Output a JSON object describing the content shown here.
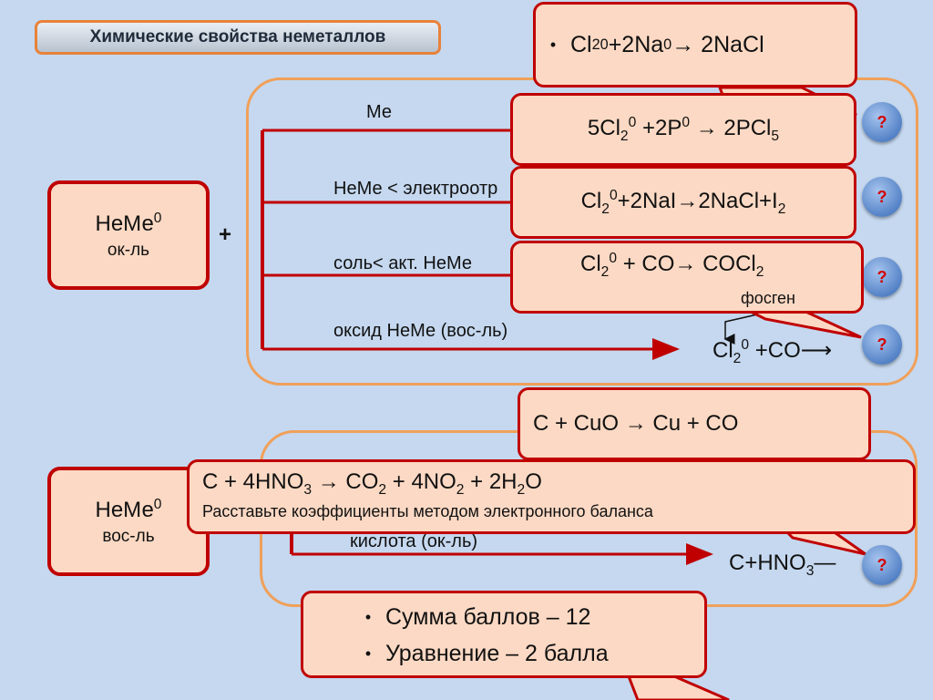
{
  "slide": {
    "title": "Химические свойства неметаллов",
    "top_section": {
      "reactant": {
        "main": "НеМе",
        "sup": "0",
        "role": "ок-ль"
      },
      "plus": "+",
      "branches": [
        {
          "label": "Ме"
        },
        {
          "label": "НеМе < электроотр"
        },
        {
          "label": "соль< акт. НеМе"
        },
        {
          "label": "оксид НеМе (вос-ль)"
        }
      ],
      "partial_equation": {
        "a": "Cl",
        "sub": "2",
        "sup": "0",
        "rest": " +CO",
        "arrow": "⟶"
      }
    },
    "bottom_section": {
      "reactant": {
        "main": "НеМе",
        "sup": "0",
        "role": "вос-ль"
      },
      "branch_label": "кислота (ок-ль)",
      "partial_equation": {
        "a": "C+HNO",
        "sub": "3",
        "tail": "—"
      }
    },
    "cards": {
      "na": {
        "a": "Cl",
        "sub": "2",
        "sup": "0",
        "b": " +2Na",
        "sup2": "0",
        "c": "→ 2NaCl"
      },
      "p": {
        "a": "5Cl",
        "sub": "2",
        "sup": "0",
        "b": " +2P",
        "sup2": "0",
        "c": " → 2PCl",
        "sub2": "5"
      },
      "nai": {
        "a": "Cl",
        "sub": "2",
        "sup": "0",
        "b": "+2NaI→2NaCl+I",
        "sub2": "2"
      },
      "co": {
        "a": "Cl",
        "sub": "2",
        "sup": "0",
        "b": " + CO→ COCl",
        "sub2": "2",
        "note": "фосген"
      },
      "cuo": {
        "text": "C + CuO → Cu + CO"
      },
      "hno3": {
        "a": "C + 4HNO",
        "sub1": "3",
        "b": " → CO",
        "sub2": "2",
        "c": " + 4NO",
        "sub3": "2",
        "d": " + 2H",
        "sub4": "2",
        "e": "O",
        "instruction": "Расставьте коэффициенты методом электронного баланса"
      },
      "score": {
        "items": [
          "Сумма баллов – 12",
          "Уравнение – 2 балла"
        ]
      }
    },
    "question_mark": "?",
    "bullet_symbol": "•",
    "colors": {
      "accent_red": "#c00000",
      "card_fill": "#fcd9c4",
      "frame_orange": "#f0a05a",
      "background": "#c5d8ef"
    }
  }
}
